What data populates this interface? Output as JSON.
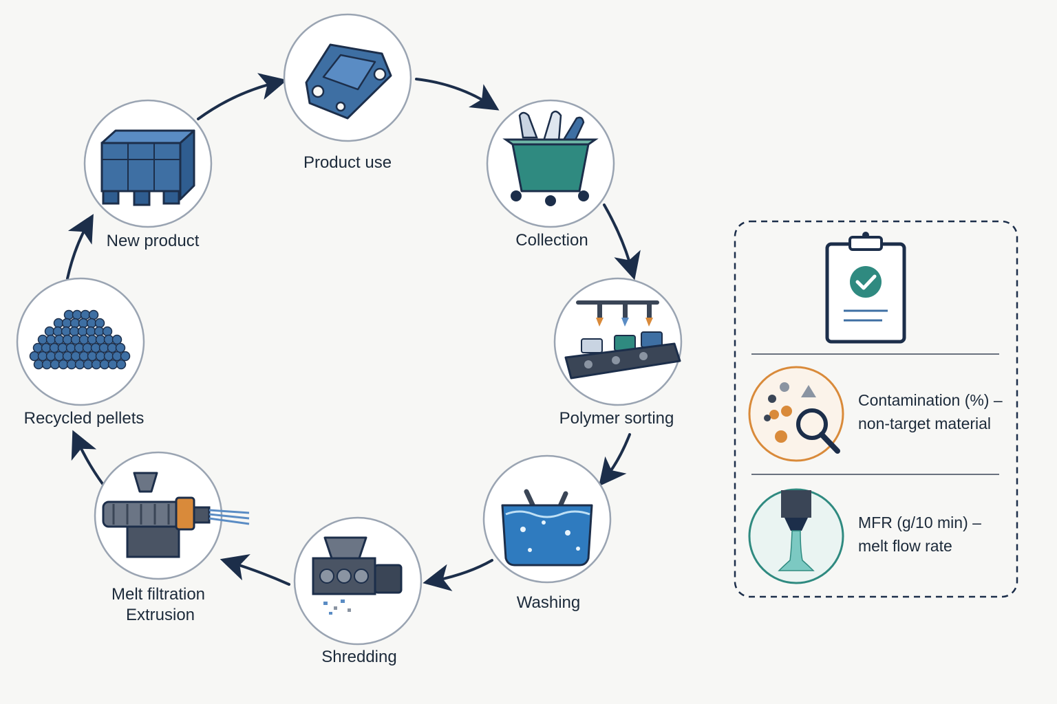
{
  "cycle": {
    "steps": [
      {
        "id": "product-use",
        "label": "Product use",
        "icon": "bracket-part-icon"
      },
      {
        "id": "collection",
        "label": "Collection",
        "icon": "bottle-bin-icon"
      },
      {
        "id": "polymer-sorting",
        "label": "Polymer sorting",
        "icon": "sorting-conveyor-icon"
      },
      {
        "id": "washing",
        "label": "Washing",
        "icon": "washing-tank-icon"
      },
      {
        "id": "shredding",
        "label": "Shredding",
        "icon": "shredder-icon"
      },
      {
        "id": "melt-filtration",
        "label_line1": "Melt filtration",
        "label_line2": "Extrusion",
        "icon": "extruder-icon"
      },
      {
        "id": "recycled-pellets",
        "label": "Recycled pellets",
        "icon": "pellets-pile-icon"
      },
      {
        "id": "new-product",
        "label": "New product",
        "icon": "crate-icon"
      }
    ]
  },
  "legend": {
    "icon": "clipboard-check-icon",
    "contamination_line1": "Contamination (%) –",
    "contamination_line2": "non-target material",
    "mfr_line1": "MFR (g/10 min) –",
    "mfr_line2": "melt flow rate",
    "contamination_icon": "magnifier-contaminants-icon",
    "mfr_icon": "melt-flow-nozzle-icon"
  },
  "colors": {
    "navy": "#1c2e4a",
    "blue": "#3e6fa3",
    "teal": "#2f8a80",
    "orange": "#d98a3a",
    "circle_border": "#9aa4b2"
  }
}
